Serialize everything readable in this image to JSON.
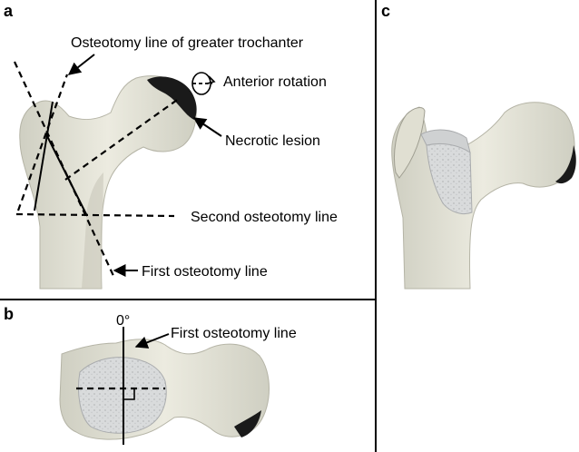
{
  "panels": {
    "a": "a",
    "b": "b",
    "c": "c"
  },
  "labels": {
    "osteotomy_gt": "Osteotomy line of greater trochanter",
    "anterior_rotation": "Anterior rotation",
    "necrotic_lesion": "Necrotic lesion",
    "second_osteotomy": "Second osteotomy line",
    "first_osteotomy_a": "First osteotomy line",
    "zero_degree": "0°",
    "first_osteotomy_b": "First osteotomy line"
  },
  "colors": {
    "bone": "#e6e5d8",
    "bone_shadow": "#c9c8b8",
    "lesion": "#1a1a1a",
    "cut_surface": "#d4d6d8",
    "line": "#000000",
    "background": "#ffffff"
  }
}
